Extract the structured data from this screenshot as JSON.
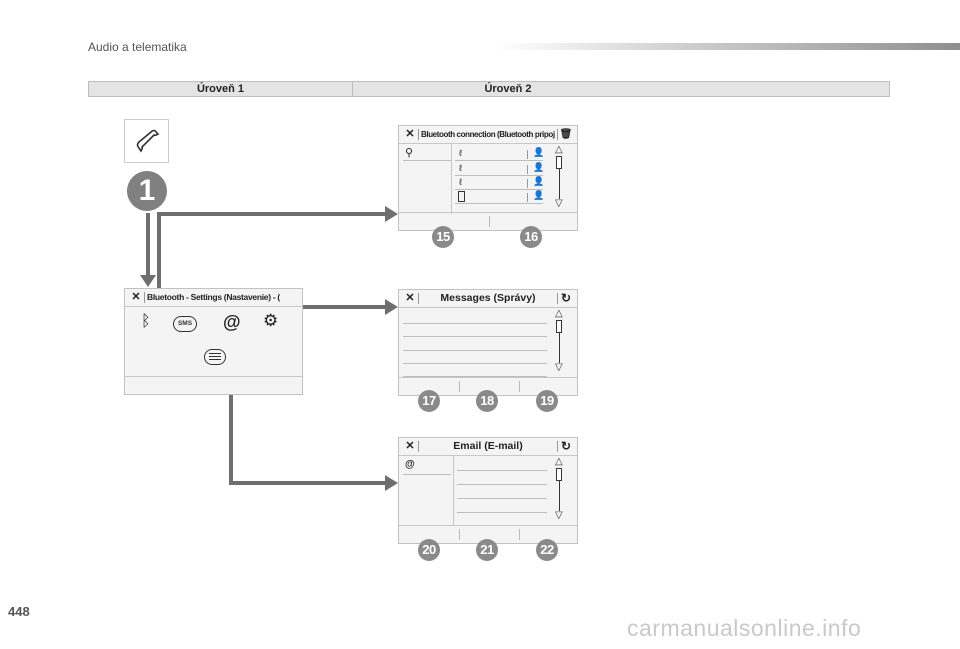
{
  "header": {
    "section_title": "Audio a telematika"
  },
  "levels": {
    "level1": "Úroveň 1",
    "level2": "Úroveň 2"
  },
  "screens": {
    "bt_settings": {
      "title": "Bluetooth - Settings (Nastavenie) - (Bluetooth)",
      "sms_label": "SMS",
      "at_label": "@"
    },
    "bt_connection": {
      "title": "Bluetooth connection (Bluetooth pripojenie)"
    },
    "messages": {
      "title": "Messages (Správy)"
    },
    "email": {
      "title": "Email (E-mail)",
      "at_label": "@"
    }
  },
  "badges": {
    "main": "1",
    "b15": "15",
    "b16": "16",
    "b17": "17",
    "b18": "18",
    "b19": "19",
    "b20": "20",
    "b21": "21",
    "b22": "22"
  },
  "footer": {
    "page_number": "448",
    "watermark": "carmanualsonline.info"
  },
  "colors": {
    "badge": "#8a8a8a",
    "arrow": "#6f6f6f",
    "screen_bg": "#f4f4f4"
  }
}
